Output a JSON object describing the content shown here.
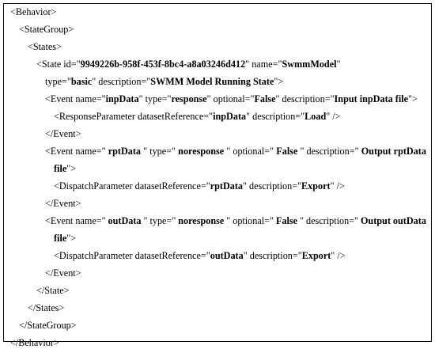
{
  "lines": [
    {
      "indent": 13,
      "parts": [
        {
          "t": "<Behavior>"
        }
      ]
    },
    {
      "indent": 24,
      "parts": [
        {
          "t": "<StateGroup>"
        }
      ]
    },
    {
      "indent": 35,
      "parts": [
        {
          "t": "<States>"
        }
      ]
    },
    {
      "indent": 46,
      "parts": [
        {
          "t": "<State id=\""
        },
        {
          "t": "9949226b-958f-453f-8bc4-a8a03246d412",
          "b": true
        },
        {
          "t": "\" name=\""
        },
        {
          "t": "SwmmModel",
          "b": true
        },
        {
          "t": "\""
        }
      ]
    },
    {
      "indent": 57,
      "parts": [
        {
          "t": "type=\""
        },
        {
          "t": "basic",
          "b": true
        },
        {
          "t": "\" description=\""
        },
        {
          "t": "SWMM Model Running State",
          "b": true
        },
        {
          "t": "\">"
        }
      ]
    },
    {
      "indent": 57,
      "parts": [
        {
          "t": "<Event name=\""
        },
        {
          "t": "inpData",
          "b": true
        },
        {
          "t": "\" type=\""
        },
        {
          "t": "response",
          "b": true
        },
        {
          "t": "\" optional=\""
        },
        {
          "t": "False",
          "b": true
        },
        {
          "t": "\" description=\""
        },
        {
          "t": "Input inpData file",
          "b": true
        },
        {
          "t": "\">"
        }
      ]
    },
    {
      "indent": 68,
      "parts": [
        {
          "t": "<ResponseParameter datasetReference=\""
        },
        {
          "t": "inpData",
          "b": true
        },
        {
          "t": "\" description=\""
        },
        {
          "t": "Load",
          "b": true
        },
        {
          "t": "\" />"
        }
      ]
    },
    {
      "indent": 57,
      "parts": [
        {
          "t": "</Event>"
        }
      ]
    },
    {
      "indent": 57,
      "justify": true,
      "parts": [
        {
          "t": "<Event name=\""
        },
        {
          "t": "rptData",
          "b": true
        },
        {
          "t": "\" type=\""
        },
        {
          "t": "noresponse",
          "b": true
        },
        {
          "t": "\" optional=\""
        },
        {
          "t": "False",
          "b": true
        },
        {
          "t": "\" description=\""
        },
        {
          "t": "Output rptData",
          "b": true
        }
      ]
    },
    {
      "indent": 68,
      "parts": [
        {
          "t": "file",
          "b": true
        },
        {
          "t": "\">"
        }
      ]
    },
    {
      "indent": 68,
      "parts": [
        {
          "t": "<DispatchParameter datasetReference=\""
        },
        {
          "t": "rptData",
          "b": true
        },
        {
          "t": "\" description=\""
        },
        {
          "t": "Export",
          "b": true
        },
        {
          "t": "\" />"
        }
      ]
    },
    {
      "indent": 57,
      "parts": [
        {
          "t": "</Event>"
        }
      ]
    },
    {
      "indent": 57,
      "justify": true,
      "parts": [
        {
          "t": "<Event name=\""
        },
        {
          "t": "outData",
          "b": true
        },
        {
          "t": "\" type=\""
        },
        {
          "t": "noresponse",
          "b": true
        },
        {
          "t": "\" optional=\""
        },
        {
          "t": "False",
          "b": true
        },
        {
          "t": "\" description=\""
        },
        {
          "t": "Output outData",
          "b": true
        }
      ]
    },
    {
      "indent": 68,
      "parts": [
        {
          "t": "file",
          "b": true
        },
        {
          "t": "\">"
        }
      ]
    },
    {
      "indent": 68,
      "parts": [
        {
          "t": "<DispatchParameter datasetReference=\""
        },
        {
          "t": "outData",
          "b": true
        },
        {
          "t": "\" description=\""
        },
        {
          "t": "Export",
          "b": true
        },
        {
          "t": "\" />"
        }
      ]
    },
    {
      "indent": 57,
      "parts": [
        {
          "t": "</Event>"
        }
      ]
    },
    {
      "indent": 46,
      "parts": [
        {
          "t": "</State>"
        }
      ]
    },
    {
      "indent": 35,
      "parts": [
        {
          "t": "</States>"
        }
      ]
    },
    {
      "indent": 24,
      "parts": [
        {
          "t": "</StateGroup>"
        }
      ]
    },
    {
      "indent": 13,
      "parts": [
        {
          "t": "</Behavior>"
        }
      ]
    }
  ]
}
